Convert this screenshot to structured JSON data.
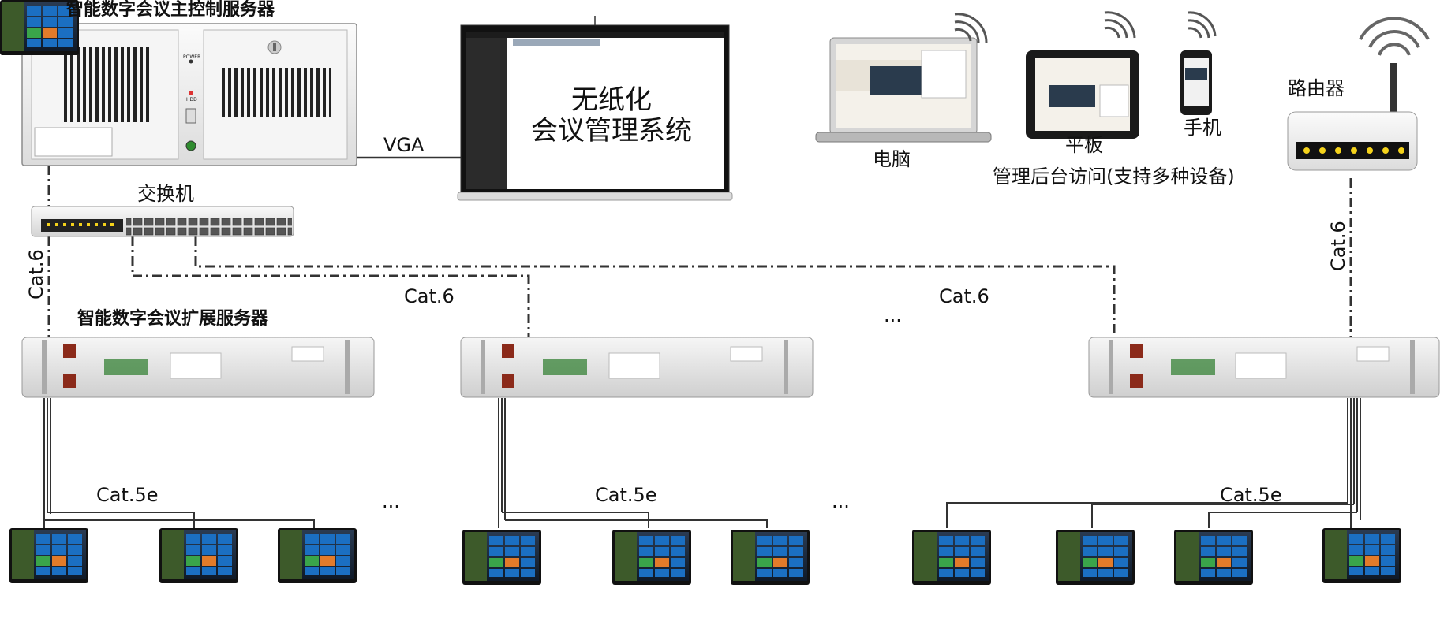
{
  "labels": {
    "main_server": "智能数字会议主控制服务器",
    "switch": "交换机",
    "vga": "VGA",
    "projector_line1": "无纸化",
    "projector_line2": "会议管理系统",
    "computer": "电脑",
    "tablet": "平板",
    "phone": "手机",
    "admin_access": "管理后台访问(支持多种设备)",
    "router": "路由器",
    "ext_server": "智能数字会议扩展服务器",
    "cat6_vertical_left": "Cat.6",
    "cat6_vertical_right": "Cat.6",
    "cat6_mid_left": "Cat.6",
    "cat6_mid_right": "Cat.6",
    "ellipsis_top": "...",
    "ellipsis_bottom_1": "...",
    "ellipsis_bottom_2": "...",
    "cat5e_1": "Cat.5e",
    "cat5e_2": "Cat.5e",
    "cat5e_3": "Cat.5e"
  },
  "main_server_panel": {
    "power": "POWER",
    "hdd": "HDD"
  },
  "colors": {
    "chassis": "#f2f2f2",
    "chassis_edge": "#9a9a9a",
    "cable": "#333333",
    "tablet_blue": "#1b6fc2",
    "tablet_orange": "#e27b2a",
    "tablet_green": "#3aa54a",
    "switch_led": "#f4d21b"
  },
  "icons": [
    "wifi-icon",
    "router-antenna-icon",
    "usb-icon",
    "lock-icon"
  ]
}
